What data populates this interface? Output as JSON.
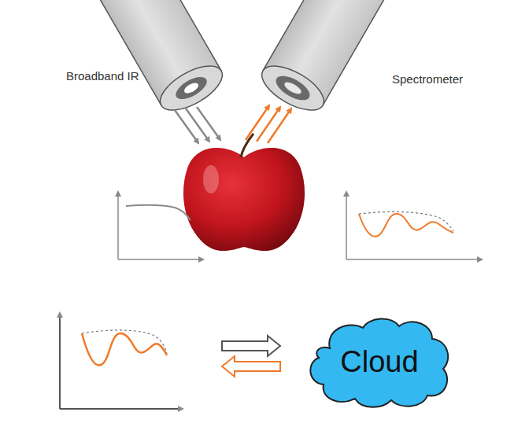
{
  "diagram": {
    "nodes": [
      {
        "text": [
          "Cloud"
        ]
      }
    ],
    "labels": [
      "Broadband IR",
      "Spectrometer"
    ]
  }
}
